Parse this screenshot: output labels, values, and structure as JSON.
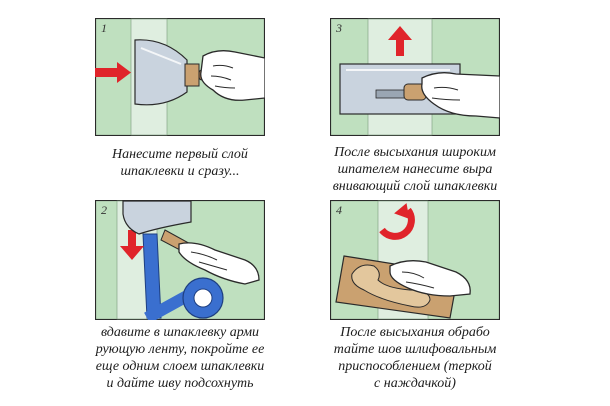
{
  "colors": {
    "wall": "#bfe0bf",
    "strip": "#dfeee0",
    "outline": "#2a2a2a",
    "arrow": "#e0242a",
    "tape": "#3a6fcf",
    "blade": "#c9d3de",
    "skin": "#ffffff",
    "wood": "#caa170"
  },
  "panels": [
    {
      "number": "1",
      "caption_lines": [
        "Нанесите первый слой",
        "шпаклевки и сразу..."
      ],
      "icons": [
        "arrow-right-icon",
        "putty-knife-icon",
        "hand-icon"
      ]
    },
    {
      "number": "3",
      "caption_lines": [
        "После высыхания широким",
        "шпателем нанесите выра",
        "внивающий слой шпаклевки"
      ],
      "icons": [
        "arrow-up-icon",
        "wide-spatula-icon",
        "hand-icon"
      ]
    },
    {
      "number": "2",
      "caption_lines": [
        "вдавите в шпаклевку арми",
        "рующую ленту, покройте ее",
        "еще одним слоем шпаклевки",
        "и дайте шву подсохнуть"
      ],
      "icons": [
        "arrow-down-icon",
        "reinforcing-tape-roll-icon",
        "putty-knife-icon",
        "hand-icon"
      ]
    },
    {
      "number": "4",
      "caption_lines": [
        "После высыхания обрабо",
        "тайте шов шлифовальным",
        "приспособлением (теркой",
        "с наждачкой)"
      ],
      "icons": [
        "rotate-arrow-icon",
        "sanding-float-icon",
        "hand-icon"
      ]
    }
  ]
}
